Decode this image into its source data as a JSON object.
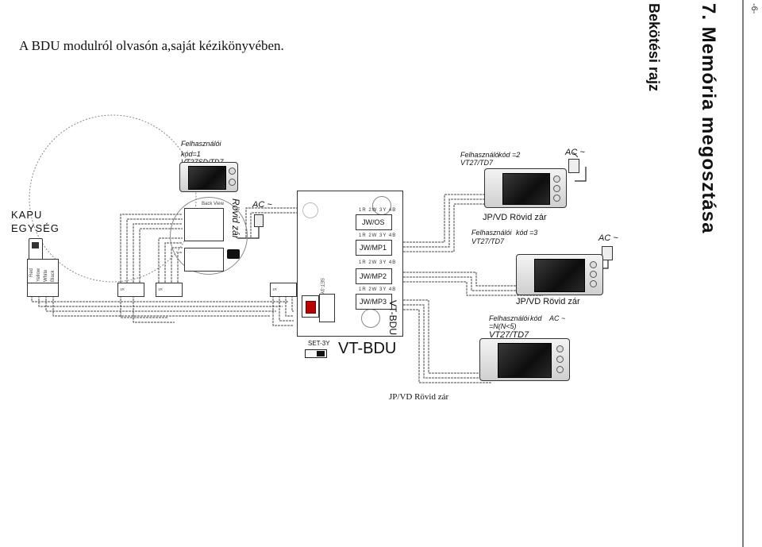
{
  "header": {
    "page_marker": "-6-",
    "section_title": "7. Memória megosztása",
    "subtitle": "Bekötési rajz"
  },
  "note": "A BDU modulról olvasón a,saját kézikönyvében.",
  "door_unit": {
    "label_line1": "KAPU",
    "label_line2": "EGYSÉG",
    "terminals": [
      "Red",
      "Yellow",
      "White",
      "Black"
    ],
    "back_view": "Back View",
    "short_lock": "Rövid zár"
  },
  "monitor_main": {
    "user_label": "Felhasználói",
    "code": "kód=1",
    "model": "VT27SD/TD7",
    "ac": "AC ~"
  },
  "bdu_board": {
    "name_vertical": "VT-BDU",
    "name": "VT-BDU",
    "pin_row": "1R 2W 3Y 4B",
    "ports": [
      "JW/OS",
      "JW/MP1",
      "JW/MP2",
      "JW/MP3"
    ],
    "switch_vertical": "SET-3Y",
    "switch_label": "SET-3Y"
  },
  "monitor_2": {
    "user_label": "Felhasználó",
    "code": "kód =2",
    "model": "VT27/TD7",
    "ac": "AC ~",
    "lock": "JP/VD Rövid zár"
  },
  "monitor_3": {
    "user_label": "Felhasználói",
    "code": "kód =3",
    "model": "VT27/TD7",
    "ac": "AC ~",
    "lock": "JP/VD Rövid zár"
  },
  "monitor_n": {
    "user_label": "Felhasználói",
    "code": "kód",
    "code_expr": "=N(N<5)",
    "model": "VT27/TD7",
    "ac": "AC ~",
    "lock": "JP/VD Rövid zár"
  },
  "terminal_pins": [
    "1R",
    "2W",
    "3Y",
    "4B"
  ]
}
